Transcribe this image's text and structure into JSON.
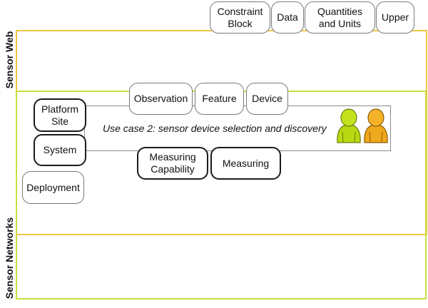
{
  "regions": {
    "sensor_web": {
      "label": "Sensor Web",
      "color": "#f2c444"
    },
    "sensor_networks": {
      "label": "Sensor Networks",
      "color": "#c9de3c"
    }
  },
  "top_packages": [
    {
      "label_lines": [
        "Constraint",
        "Block"
      ]
    },
    {
      "label_lines": [
        "Data"
      ]
    },
    {
      "label_lines": [
        "Quantities",
        "and Units"
      ]
    },
    {
      "label_lines": [
        "Upper"
      ]
    }
  ],
  "web_packages": {
    "observation": "Observation",
    "feature": "Feature",
    "device": "Device"
  },
  "network_packages": {
    "platform_site": [
      "Platform",
      "Site"
    ],
    "system": "System",
    "deployment": "Deployment",
    "measuring_capability": [
      "Measuring",
      "Capability"
    ],
    "measuring": "Measuring"
  },
  "use_case": {
    "title": "Use case 2: sensor device selection and discovery",
    "actors": [
      {
        "name": "actor-green",
        "color": "#b8d813"
      },
      {
        "name": "actor-orange",
        "color": "#f0a81c"
      }
    ]
  }
}
